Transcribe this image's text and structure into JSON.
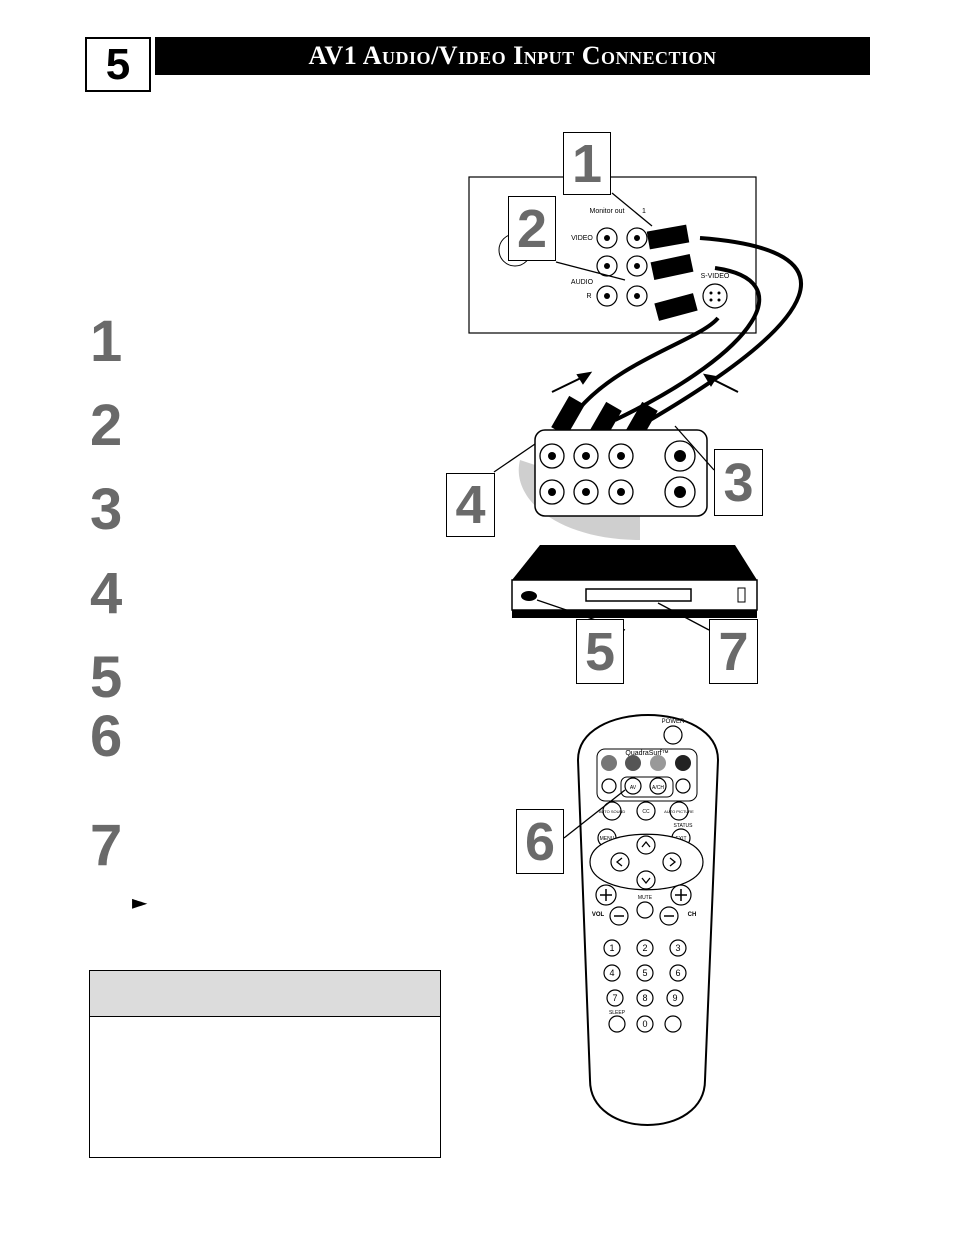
{
  "header": {
    "page_number": "5",
    "title": "AV1 Audio/Video Input Connection"
  },
  "steps": [
    {
      "number": "1"
    },
    {
      "number": "2"
    },
    {
      "number": "3"
    },
    {
      "number": "4"
    },
    {
      "number": "5"
    },
    {
      "number": "6"
    },
    {
      "number": "7"
    }
  ],
  "tip_marker": "►",
  "diagram": {
    "tv_panel": {
      "monitor_out_label": "Monitor out",
      "av1_label_fragment": "1",
      "video_label": "VIDEO",
      "audio_label": "AUDIO",
      "r_label": "R",
      "svideo_label": "S-VIDEO"
    },
    "remote": {
      "power_label": "POWER",
      "quadrasurf_label": "QuadraSurf™",
      "av_label": "AV",
      "ach_label": "A/CH",
      "auto_sound_label": "AUTO SOUND",
      "cc_label": "CC",
      "auto_picture_label": "AUTO PICTURE",
      "status_label": "STATUS",
      "menu_label": "MENU",
      "exit_label": "EXIT",
      "mute_label": "MUTE",
      "vol_label": "VOL",
      "ch_label": "CH",
      "sleep_label": "SLEEP",
      "digits": [
        "1",
        "2",
        "3",
        "4",
        "5",
        "6",
        "7",
        "8",
        "9",
        "0"
      ]
    },
    "callouts": [
      "1",
      "2",
      "3",
      "4",
      "5",
      "6",
      "7"
    ]
  }
}
